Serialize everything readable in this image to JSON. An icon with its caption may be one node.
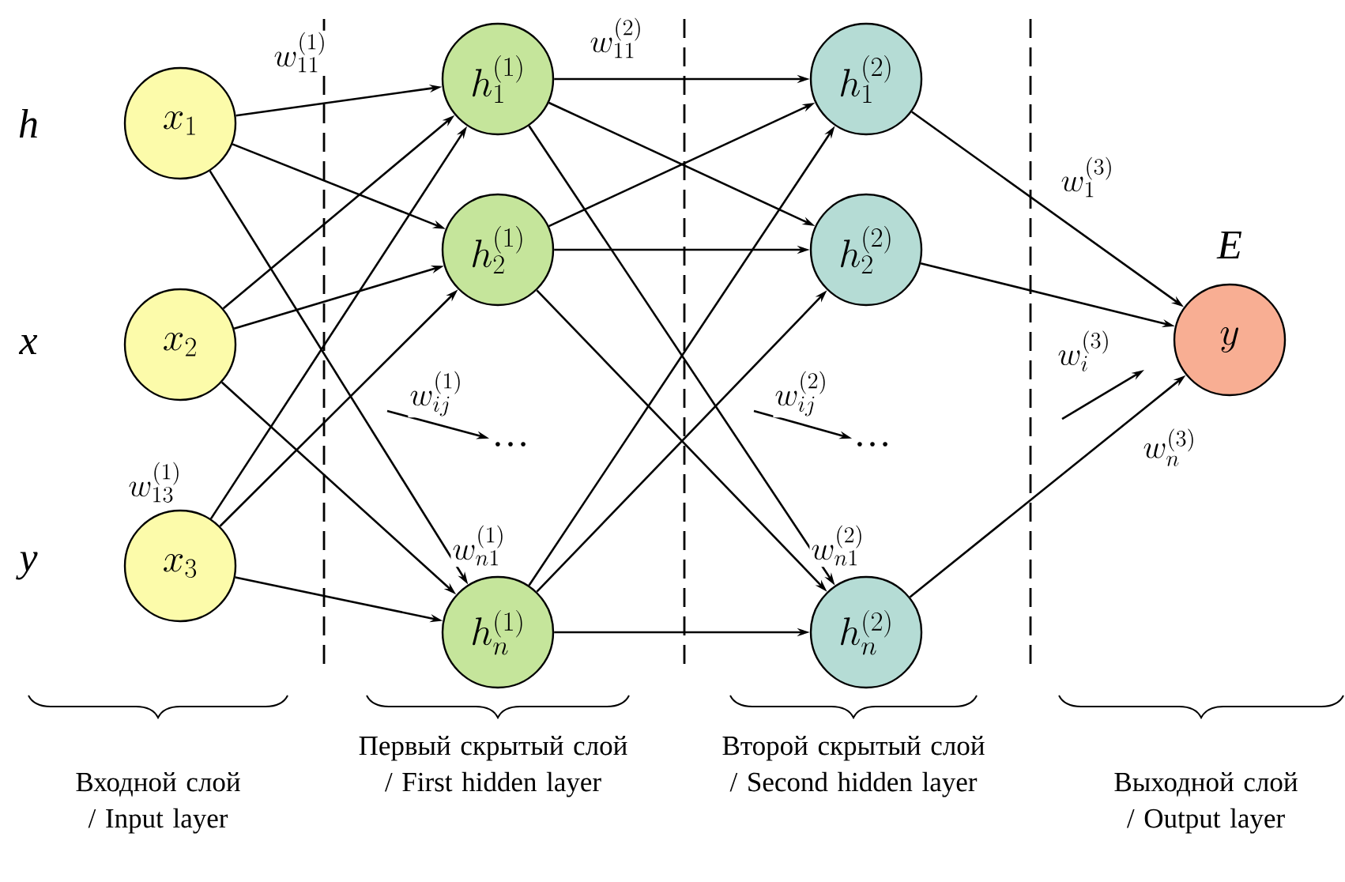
{
  "diagram": {
    "nodes": [
      {
        "text": [
          "x_{1}"
        ]
      },
      {
        "text": [
          "x_{2}"
        ]
      },
      {
        "text": [
          "x_{3}"
        ]
      },
      {
        "text": [
          "h^{(1)}_{1}"
        ]
      },
      {
        "text": [
          "h^{(1)}_{2}"
        ]
      },
      {
        "text": [
          "h^{(1)}_{n}"
        ]
      },
      {
        "text": [
          "h^{(2)}_{1}"
        ]
      },
      {
        "text": [
          "h^{(2)}_{2}"
        ]
      },
      {
        "text": [
          "h^{(2)}_{n}"
        ]
      },
      {
        "text": [
          "y"
        ]
      },
      {
        "text": [
          "…"
        ]
      },
      {
        "text": [
          "…"
        ]
      }
    ],
    "edges": [
      {
        "from": 0,
        "to": 3,
        "arrow": "to",
        "label": "w^{(1)}_{11}"
      },
      {
        "from": 0,
        "to": 4,
        "arrow": "to"
      },
      {
        "from": 0,
        "to": 5,
        "arrow": "to"
      },
      {
        "from": 1,
        "to": 3,
        "arrow": "to"
      },
      {
        "from": 1,
        "to": 4,
        "arrow": "to"
      },
      {
        "from": 1,
        "to": 5,
        "arrow": "to",
        "label": "w^{(1)}_{n1}"
      },
      {
        "from": 2,
        "to": 3,
        "arrow": "to",
        "label": "w^{(1)}_{13}"
      },
      {
        "from": 2,
        "to": 4,
        "arrow": "to"
      },
      {
        "from": 2,
        "to": 5,
        "arrow": "to"
      },
      {
        "from": 3,
        "to": 6,
        "arrow": "to",
        "label": "w^{(2)}_{11}"
      },
      {
        "from": 3,
        "to": 7,
        "arrow": "to"
      },
      {
        "from": 3,
        "to": 8,
        "arrow": "to",
        "label": "w^{(2)}_{n1}"
      },
      {
        "from": 4,
        "to": 6,
        "arrow": "to"
      },
      {
        "from": 4,
        "to": 7,
        "arrow": "to"
      },
      {
        "from": 4,
        "to": 8,
        "arrow": "to"
      },
      {
        "from": 5,
        "to": 6,
        "arrow": "to"
      },
      {
        "from": 5,
        "to": 7,
        "arrow": "to"
      },
      {
        "from": 5,
        "to": 8,
        "arrow": "to"
      },
      {
        "from": 6,
        "to": 9,
        "arrow": "to",
        "label": "w^{(3)}_{1}"
      },
      {
        "from": 7,
        "to": 9,
        "arrow": "to"
      },
      {
        "from": 8,
        "to": 9,
        "arrow": "to",
        "label": "w^{(3)}_{n}"
      },
      {
        "from": null,
        "to": 10,
        "arrow": "to",
        "label": "w^{(1)}_{ij}"
      },
      {
        "from": null,
        "to": 11,
        "arrow": "to",
        "label": "w^{(2)}_{ij}"
      }
    ],
    "labels": [
      "h",
      "x",
      "y",
      "E",
      "w^{(3)}_{i}",
      "Входной слой / Input layer",
      "Первый скрытый слой / First hidden layer",
      "Второй скрытый слой / Second hidden layer",
      "Выходной слой / Output layer"
    ]
  }
}
